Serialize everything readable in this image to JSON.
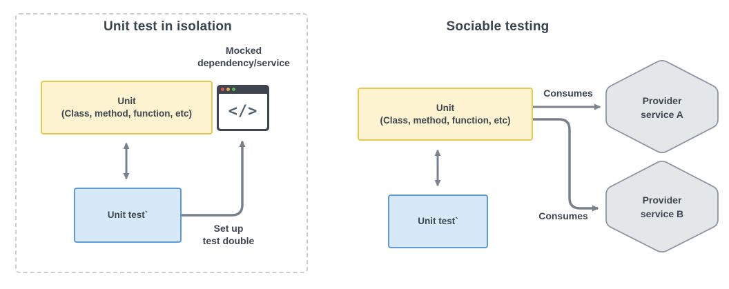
{
  "isolation": {
    "title": "Unit test in isolation",
    "mocked_label": {
      "line1": "Mocked",
      "line2": "dependency/service"
    },
    "unit_box": {
      "line1": "Unit",
      "line2": "(Class, method, function, etc)"
    },
    "unit_test_box": {
      "label": "Unit test`"
    },
    "setup_label": {
      "line1": "Set up",
      "line2": "test double"
    },
    "code_icon_glyph": "</>"
  },
  "sociable": {
    "title": "Sociable testing",
    "unit_box": {
      "line1": "Unit",
      "line2": "(Class, method, function, etc)"
    },
    "unit_test_box": {
      "label": "Unit test`"
    },
    "consumes_top": "Consumes",
    "consumes_bottom": "Consumes",
    "provider_a": {
      "line1": "Provider",
      "line2": "service A"
    },
    "provider_b": {
      "line1": "Provider",
      "line2": "service B"
    }
  },
  "colors": {
    "text": "#3d454f",
    "arrow": "#78818c",
    "unit_box_fill": "#fdf3d0",
    "unit_box_border": "#e9c94d",
    "test_box_fill": "#d7e9f8",
    "test_box_border": "#5c9bd5",
    "hexagon_fill": "#e4e7ea",
    "hexagon_border": "#8d95a0",
    "panel_dash_border": "#c9ced4",
    "icon_frame": "#3d444d",
    "icon_dot_red": "#e2574c",
    "icon_dot_yellow": "#e9a83e",
    "icon_dot_green": "#57bb58"
  }
}
